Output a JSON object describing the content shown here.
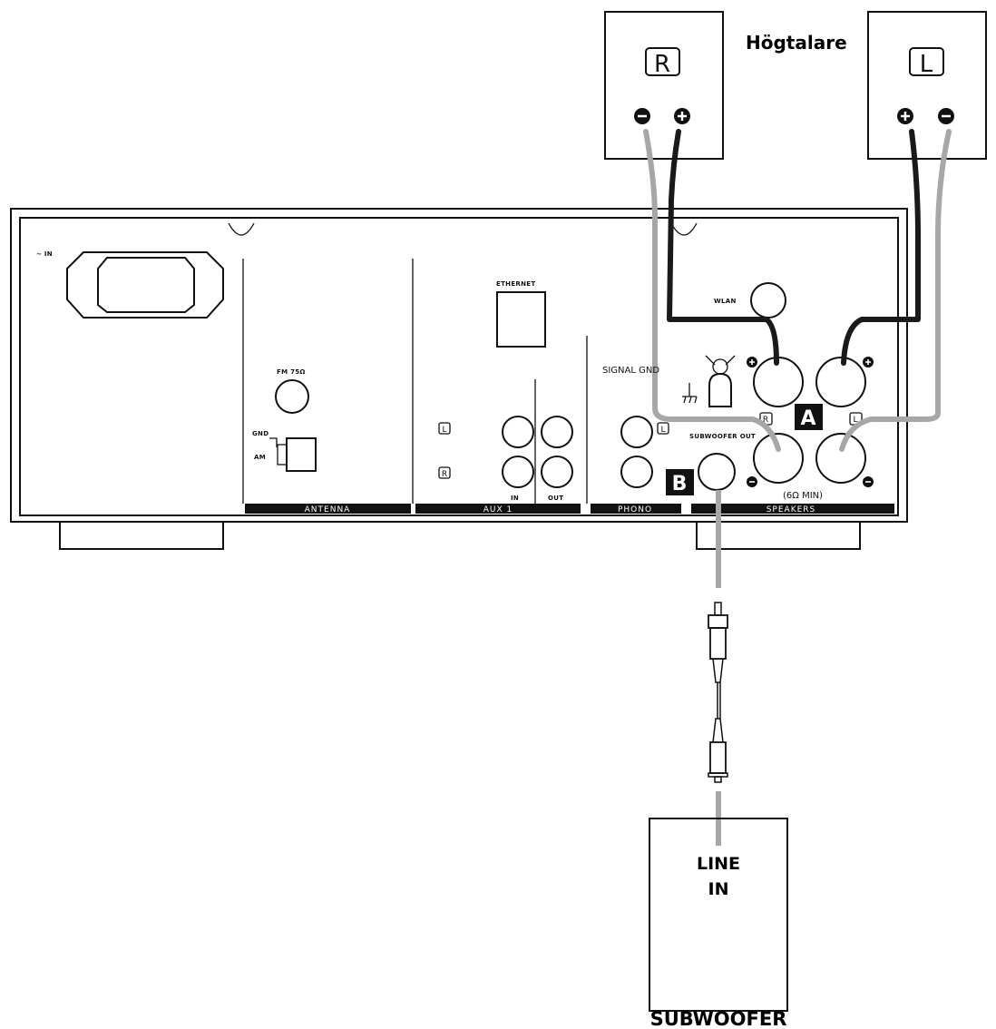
{
  "title": "Högtalare",
  "speakers": {
    "right": "R",
    "left": "L"
  },
  "panel": {
    "power_label": "~ IN",
    "fm_label": "FM 75Ω",
    "gnd_label": "GND",
    "am_label": "AM",
    "ethernet_label": "ETHERNET",
    "wlan_label": "WLAN",
    "signal_gnd_label": "SIGNAL GND",
    "subwoofer_out_label": "SUBWOOFER OUT",
    "ohm_label": "(6Ω MIN)",
    "aux_in_label": "IN",
    "aux_out_label": "OUT",
    "sections": {
      "antenna": "ANTENNA",
      "aux": "AUX 1",
      "phono": "PHONO",
      "speakers": "SPEAKERS"
    },
    "channel_r": "R",
    "channel_l": "L"
  },
  "markers": {
    "a": "A",
    "b": "B"
  },
  "subwoofer": {
    "input_line1": "LINE",
    "input_line2": "IN",
    "name": "SUBWOOFER"
  }
}
